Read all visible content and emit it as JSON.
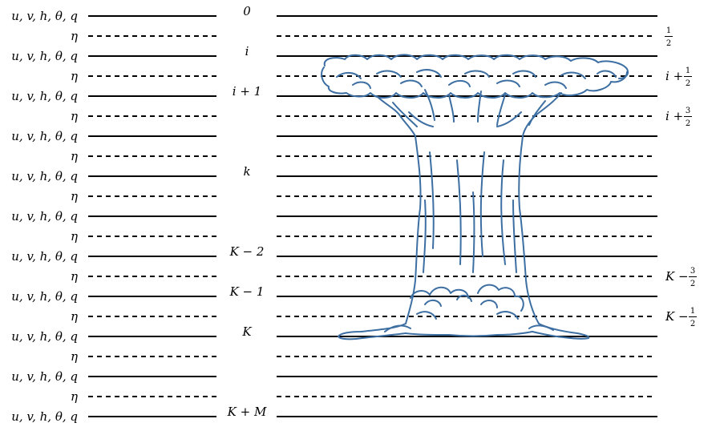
{
  "left_labels": {
    "solid": "u, v, h, θ, q",
    "dashed": "η"
  },
  "center_labels": [
    {
      "row": 0,
      "text": "0"
    },
    {
      "row": 2,
      "text": "i"
    },
    {
      "row": 4,
      "text": "i + 1"
    },
    {
      "row": 8,
      "text": "k"
    },
    {
      "row": 12,
      "text": "K − 2"
    },
    {
      "row": 14,
      "text": "K − 1"
    },
    {
      "row": 16,
      "text": "K"
    },
    {
      "row": 20,
      "text": "K + M"
    }
  ],
  "right_labels": [
    {
      "row": 1,
      "prefix": "",
      "sign": "",
      "num": "1",
      "den": "2"
    },
    {
      "row": 3,
      "prefix": "i",
      "sign": "+",
      "num": "1",
      "den": "2"
    },
    {
      "row": 5,
      "prefix": "i",
      "sign": "+",
      "num": "3",
      "den": "2"
    },
    {
      "row": 13,
      "prefix": "K",
      "sign": "−",
      "num": "3",
      "den": "2"
    },
    {
      "row": 15,
      "prefix": "K",
      "sign": "−",
      "num": "1",
      "den": "2"
    }
  ],
  "layers": {
    "solid_count": 11,
    "dashed_count": 10
  },
  "colors": {
    "cloud": "#3d6fa3",
    "lines": "#000000"
  },
  "illustration": "cumulonimbus-cloud-sketch"
}
